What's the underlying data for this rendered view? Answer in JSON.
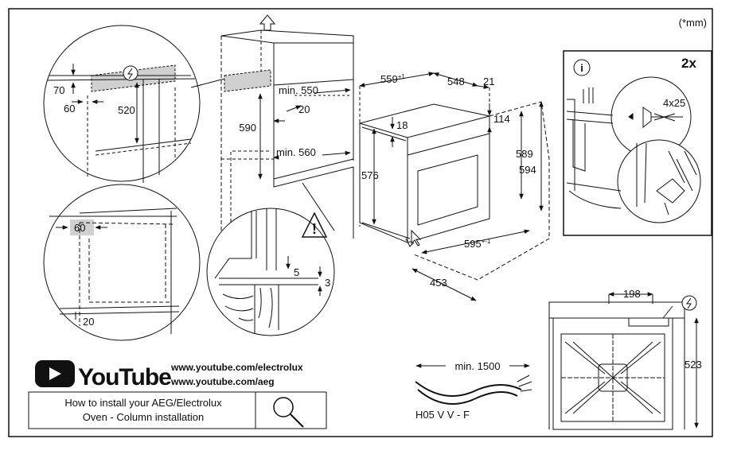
{
  "units_note": "(*mm)",
  "closeup_top_left": {
    "d70": "70",
    "d60": "60",
    "d520": "520"
  },
  "niche": {
    "d590": "590",
    "min550": "min. 550",
    "d20": "20",
    "min560": "min. 560"
  },
  "oven": {
    "d559": "559",
    "d559_tol": "+1",
    "d548": "548",
    "d21": "21",
    "d18": "18",
    "d114": "114",
    "d576": "576",
    "d589": "589",
    "d594": "594",
    "d595": "595",
    "d595_tol": "+-1",
    "d453": "453"
  },
  "closeup_mid_left": {
    "d60": "60",
    "d20": "20"
  },
  "closeup_bottom": {
    "d5": "5",
    "d3": "3"
  },
  "screws": {
    "count": "2x",
    "size": "4x25"
  },
  "cable": {
    "length": "min. 1500",
    "type": "H05 V V - F"
  },
  "front": {
    "d198": "198",
    "d523": "523"
  },
  "youtube": {
    "logo_text": "YouTube",
    "link1": "www.youtube.com/electrolux",
    "link2": "www.youtube.com/aeg"
  },
  "howto": {
    "line1": "How to install your AEG/Electrolux",
    "line2": "Oven - Column installation"
  }
}
